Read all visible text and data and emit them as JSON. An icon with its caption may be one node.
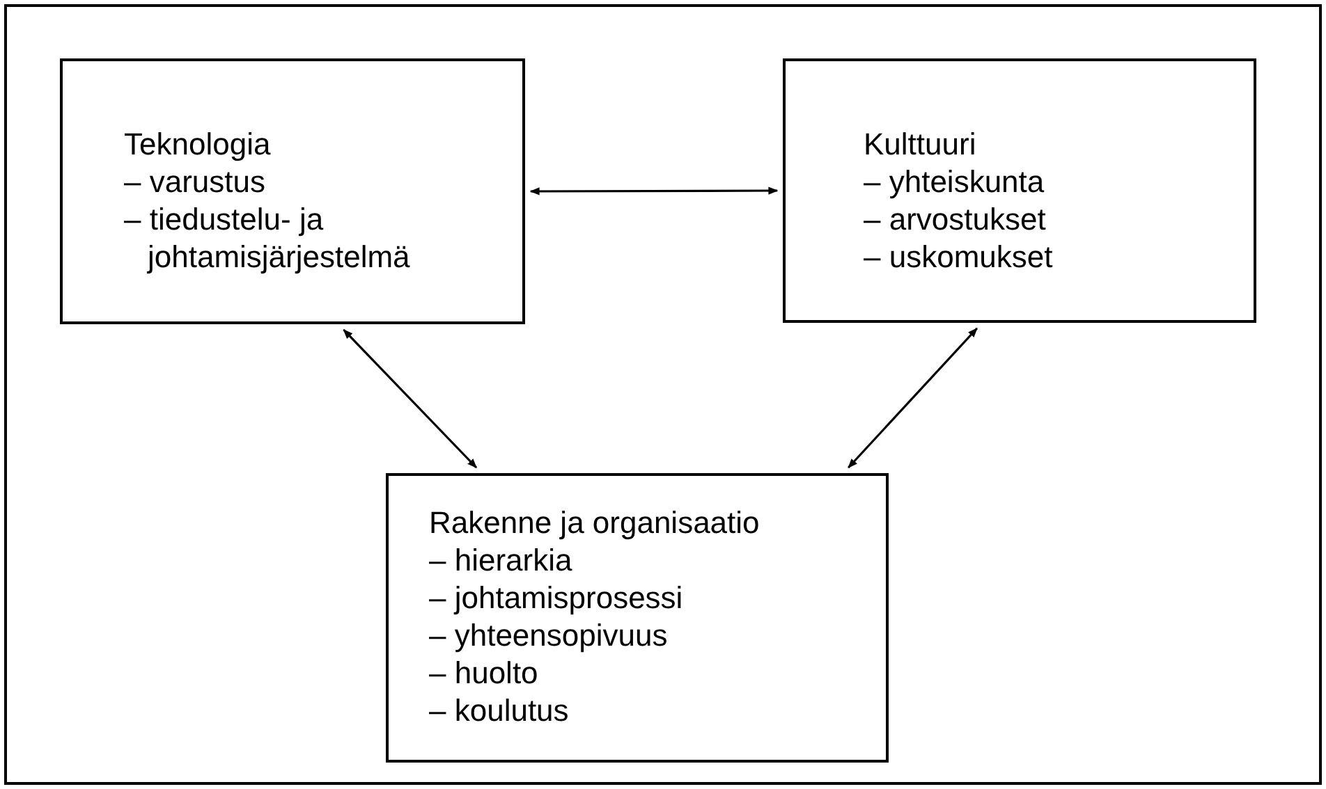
{
  "diagram": {
    "nodes": [
      {
        "text": [
          "Teknologia",
          "– varustus",
          "– tiedustelu- ja johtamisjärjestelmä"
        ]
      },
      {
        "text": [
          "Kulttuuri",
          "– yhteiskunta",
          "– arvostukset",
          "– uskomukset"
        ]
      },
      {
        "text": [
          "Rakenne ja organisaatio",
          "– hierarkia",
          "– johtamisprosessi",
          "– yhteensopivuus",
          "– huolto",
          "– koulutus"
        ]
      }
    ],
    "edges": [
      {
        "from": 0,
        "to": 1,
        "arrow": "both"
      },
      {
        "from": 0,
        "to": 2,
        "arrow": "both"
      },
      {
        "from": 1,
        "to": 2,
        "arrow": "both"
      }
    ]
  }
}
